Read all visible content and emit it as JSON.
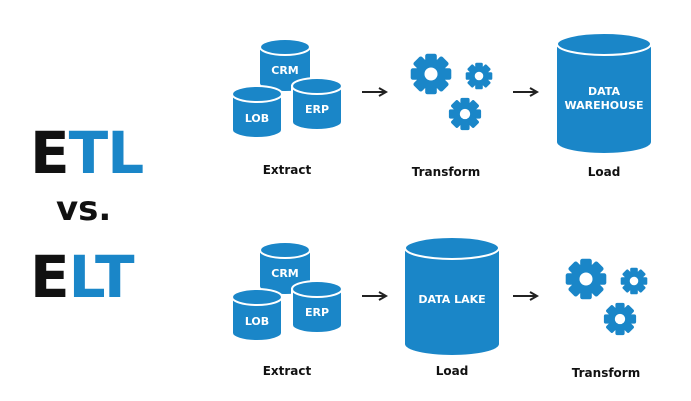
{
  "title": {
    "top": {
      "first": "E",
      "rest": "TL"
    },
    "vs": "vs.",
    "bottom": {
      "first": "E",
      "rest": "LT"
    }
  },
  "colors": {
    "accent": "#1a86c8",
    "dark": "#111111",
    "background": "#ffffff"
  },
  "etl_row": {
    "sources": {
      "top": "CRM",
      "left": "LOB",
      "right": "ERP"
    },
    "steps": [
      "Extract",
      "Transform",
      "Load"
    ],
    "warehouse_line1": "DATA",
    "warehouse_line2": "WAREHOUSE",
    "arrow": "→"
  },
  "elt_row": {
    "sources": {
      "top": "CRM",
      "left": "LOB",
      "right": "ERP"
    },
    "steps": [
      "Extract",
      "Load",
      "Transform"
    ],
    "lake_label": "DATA LAKE",
    "arrow": "→"
  }
}
